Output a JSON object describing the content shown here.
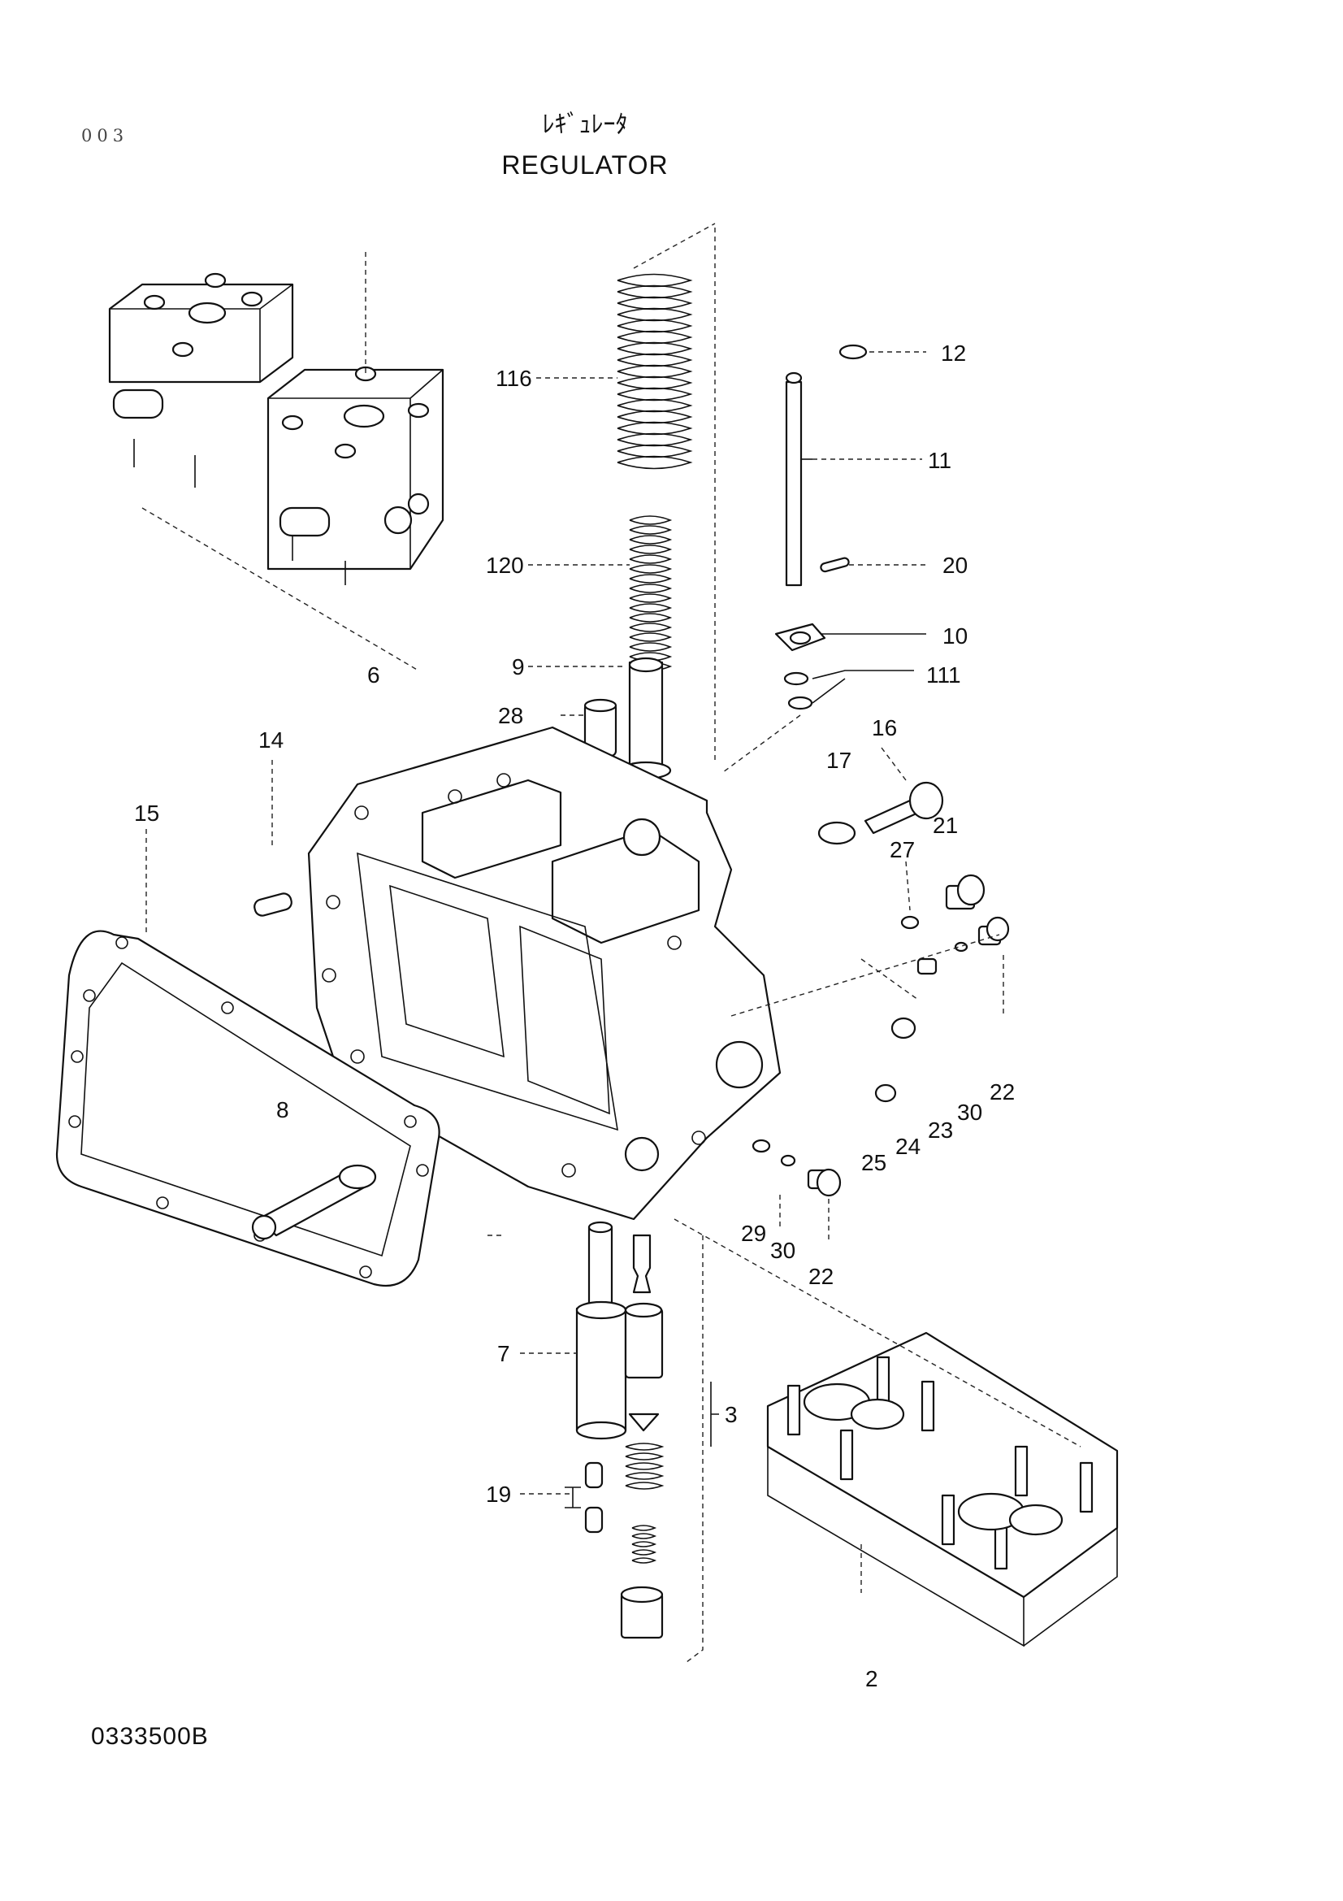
{
  "header": {
    "page_code": "003",
    "title_jp": "ﾚｷﾞｭﾚｰﾀ",
    "title_en": "REGULATOR"
  },
  "footer": {
    "drawing_code": "0333500B"
  },
  "callouts": [
    {
      "id": "c116",
      "label": "116"
    },
    {
      "id": "c12",
      "label": "12"
    },
    {
      "id": "c11",
      "label": "11"
    },
    {
      "id": "c120",
      "label": "120"
    },
    {
      "id": "c20",
      "label": "20"
    },
    {
      "id": "c10",
      "label": "10"
    },
    {
      "id": "c111",
      "label": "111"
    },
    {
      "id": "c9",
      "label": "9"
    },
    {
      "id": "c6",
      "label": "6"
    },
    {
      "id": "c28",
      "label": "28"
    },
    {
      "id": "c14",
      "label": "14"
    },
    {
      "id": "c16",
      "label": "16"
    },
    {
      "id": "c17",
      "label": "17"
    },
    {
      "id": "c15",
      "label": "15"
    },
    {
      "id": "c21",
      "label": "21"
    },
    {
      "id": "c27",
      "label": "27"
    },
    {
      "id": "c8",
      "label": "8"
    },
    {
      "id": "c22a",
      "label": "22"
    },
    {
      "id": "c30a",
      "label": "30"
    },
    {
      "id": "c23",
      "label": "23"
    },
    {
      "id": "c24",
      "label": "24"
    },
    {
      "id": "c25",
      "label": "25"
    },
    {
      "id": "c29",
      "label": "29"
    },
    {
      "id": "c30b",
      "label": "30"
    },
    {
      "id": "c22b",
      "label": "22"
    },
    {
      "id": "c7",
      "label": "7"
    },
    {
      "id": "c3",
      "label": "3"
    },
    {
      "id": "c19",
      "label": "19"
    },
    {
      "id": "c2",
      "label": "2"
    }
  ]
}
